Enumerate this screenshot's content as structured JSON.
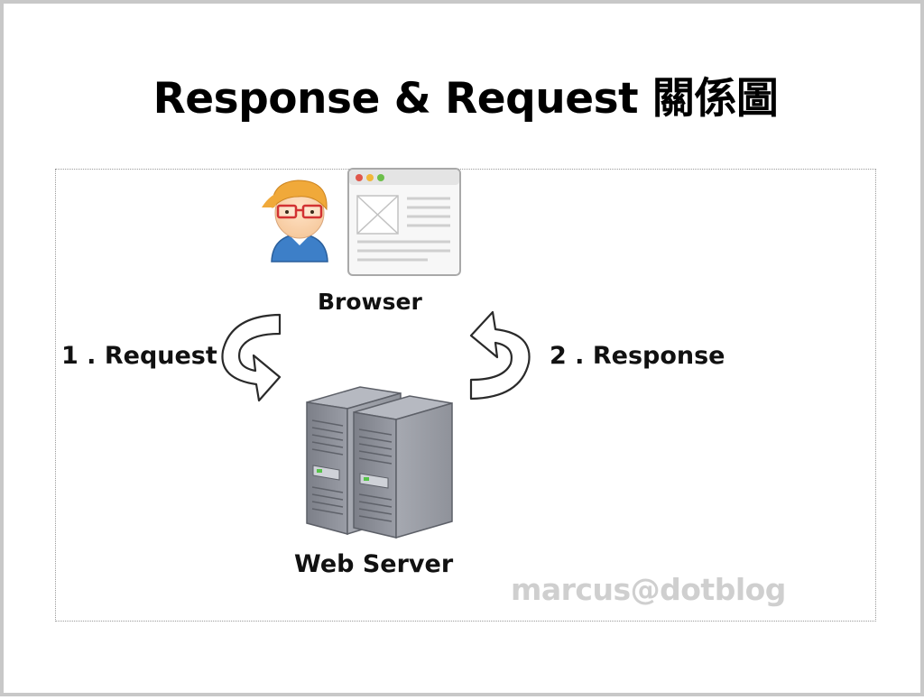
{
  "title": "Response & Request 關係圖",
  "nodes": {
    "browser": "Browser",
    "web_server": "Web Server"
  },
  "edges": {
    "request": "1 . Request",
    "response": "2 . Response"
  },
  "watermark": "marcus@dotblog",
  "icons": {
    "user": "user-avatar-icon",
    "browser": "browser-window-icon",
    "server": "server-rack-icon",
    "request_arrow": "curved-arrow-icon",
    "response_arrow": "curved-arrow-icon"
  },
  "colors": {
    "server": "#8a8d95",
    "hair": "#f0a93a",
    "shirt": "#3d7fc8"
  }
}
